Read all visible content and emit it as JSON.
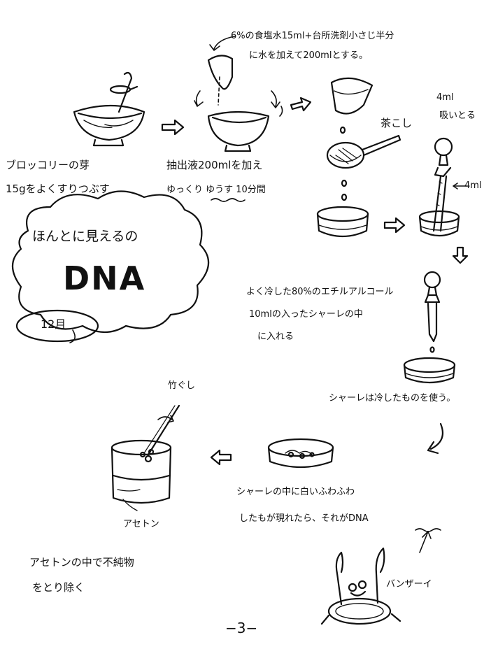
{
  "title": {
    "line1": "ほんとに見えるの",
    "line2": "DNA",
    "month": "12月"
  },
  "steps": {
    "broccoli": {
      "line1": "ブロッコリーの芽",
      "line2": "15gをよくすりつぶす"
    },
    "saline": {
      "line1": "6%の食塩水15ml+台所洗剤小さじ半分",
      "line2": "に水を加えて200mlとする。"
    },
    "extract": {
      "line1": "抽出液200mlを加え",
      "line2": "ゆっくり ゆうす 10分間"
    },
    "strainer": "茶こし",
    "suck": {
      "line1": "4ml",
      "line2": "吸いとる"
    },
    "pipette_mark": "4ml",
    "ethanol": {
      "line1": "よく冷した80%のエチルアルコール",
      "line2": "10mlの入ったシャーレの中",
      "line3": "に入れる"
    },
    "cold_dish": "シャーレは冷したものを使う。",
    "dna_appears": {
      "line1": "シャーレの中に白いふわふわ",
      "line2": "したもが現れたら、それがDNA"
    },
    "banzai": "バンザーイ",
    "skewer": "竹ぐし",
    "acetone_label": "アセトン",
    "acetone": {
      "line1": "アセトンの中で不純物",
      "line2": "をとり除く"
    }
  },
  "page_number": "−3−"
}
